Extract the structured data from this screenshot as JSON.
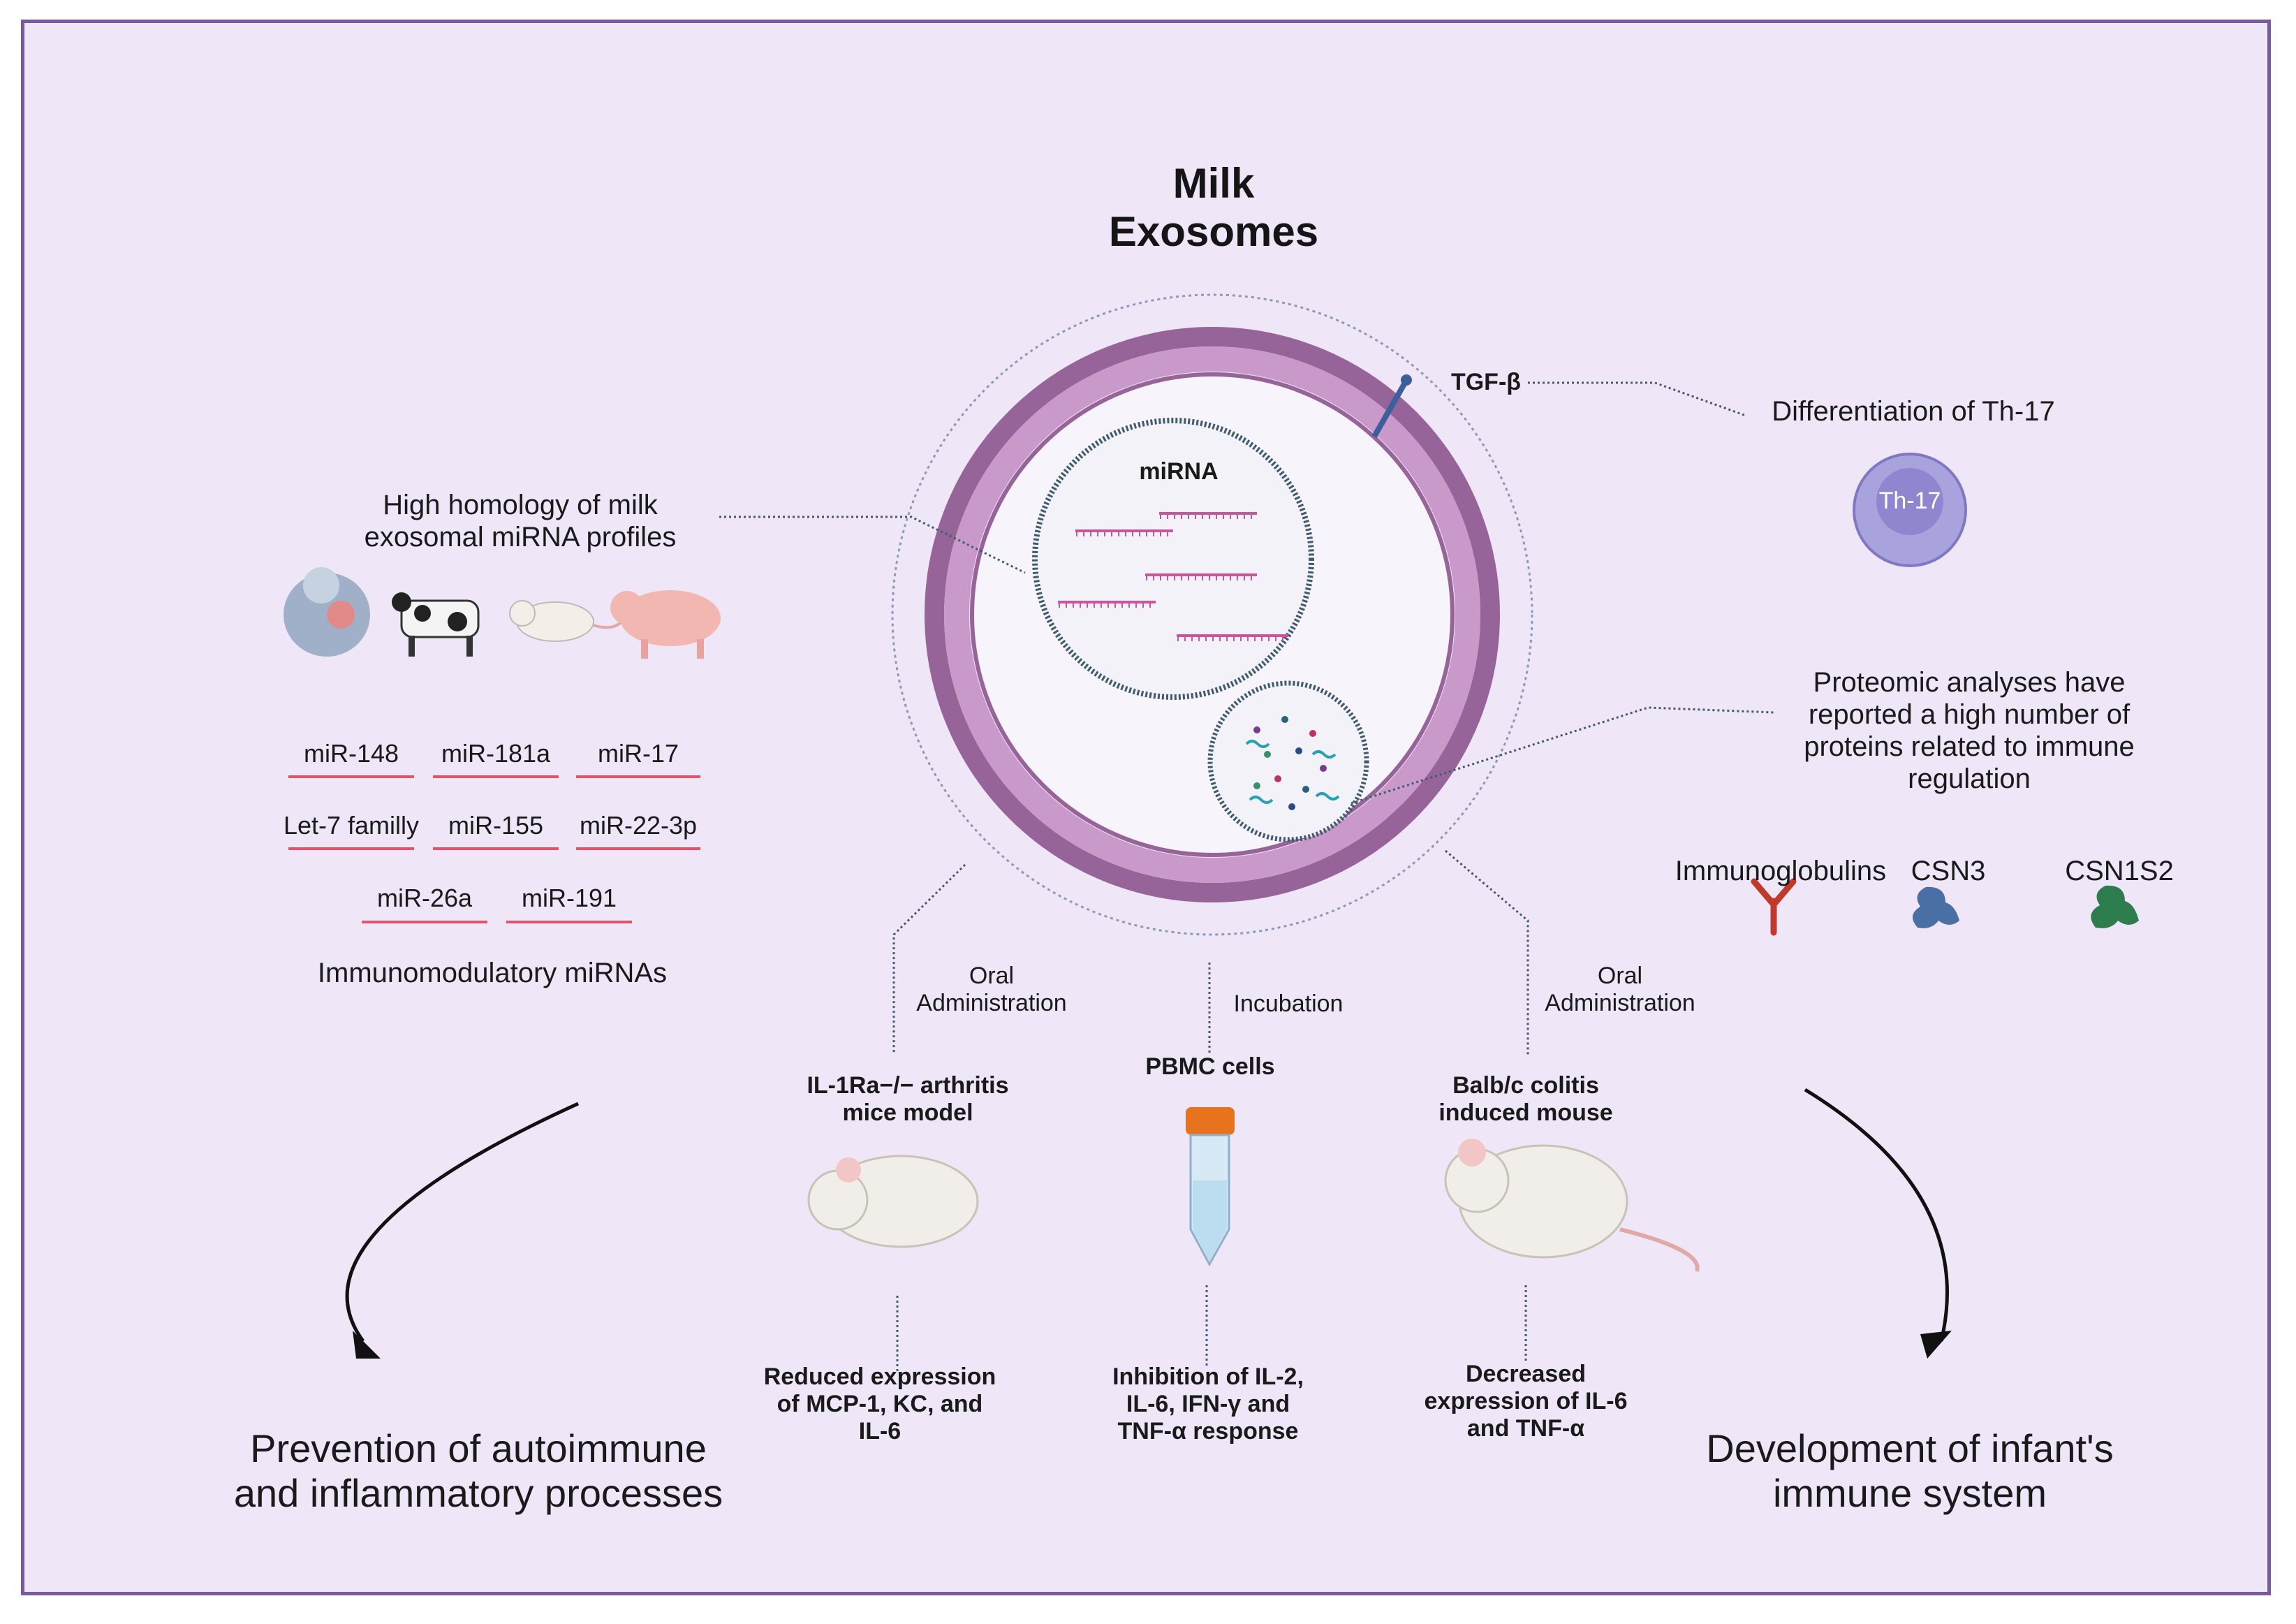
{
  "title": [
    "Milk",
    "Exosomes"
  ],
  "center": {
    "mirna_label": "miRNA",
    "tgf_label": "TGF-β"
  },
  "top_right": {
    "th17_caption": "Differentiation of Th-17",
    "th17_cell": "Th-17"
  },
  "proteomics": {
    "lines": [
      "Proteomic analyses have",
      "reported a high number of",
      "proteins related to immune",
      "regulation"
    ],
    "proteins": [
      "Immunoglobulins",
      "CSN3",
      "CSN1S2"
    ]
  },
  "left": {
    "homology_lines": [
      "High homology of milk",
      "exosomal miRNA profiles"
    ],
    "species_icons": [
      "human-mother-icon",
      "cow-icon",
      "rat-icon",
      "pig-icon"
    ],
    "mirnas_row1": [
      "miR-148",
      "miR-181a",
      "miR-17"
    ],
    "mirnas_row2": [
      "Let-7 familly",
      "miR-155",
      "miR-22-3p"
    ],
    "mirnas_row3": [
      "miR-26a",
      "miR-191"
    ],
    "mirnas_caption": "Immunomodulatory miRNAs"
  },
  "routes": {
    "left": [
      "Oral",
      "Administration"
    ],
    "middle": "Incubation",
    "right": [
      "Oral",
      "Administration"
    ]
  },
  "models": {
    "left": {
      "name": [
        "IL-1Ra−/− arthritis",
        "mice model"
      ],
      "icon": "mouse-icon",
      "result": [
        "Reduced expression",
        "of MCP-1, KC, and",
        "IL-6"
      ]
    },
    "middle": {
      "name": [
        "PBMC cells"
      ],
      "icon": "test-tube-icon",
      "result": [
        "Inhibition of IL-2,",
        "IL-6, IFN-γ and",
        "TNF-α response"
      ]
    },
    "right": {
      "name": [
        "Balb/c colitis",
        "induced mouse"
      ],
      "icon": "mouse-icon",
      "result": [
        "Decreased",
        "expression of IL-6",
        "and TNF-α"
      ]
    }
  },
  "outcomes": {
    "left": [
      "Prevention of autoimmune",
      "and inflammatory processes"
    ],
    "right": [
      "Development of infant's",
      "immune system"
    ]
  },
  "colors": {
    "background": "#efe6f8",
    "border": "#7a5a9e",
    "membrane_outer": "#9a6a9e",
    "membrane_inner": "#c89ac9",
    "mirna_strand": "#d05a9a",
    "mirna_red": "#e0556a",
    "th17_cell": "#a9a3dd"
  }
}
